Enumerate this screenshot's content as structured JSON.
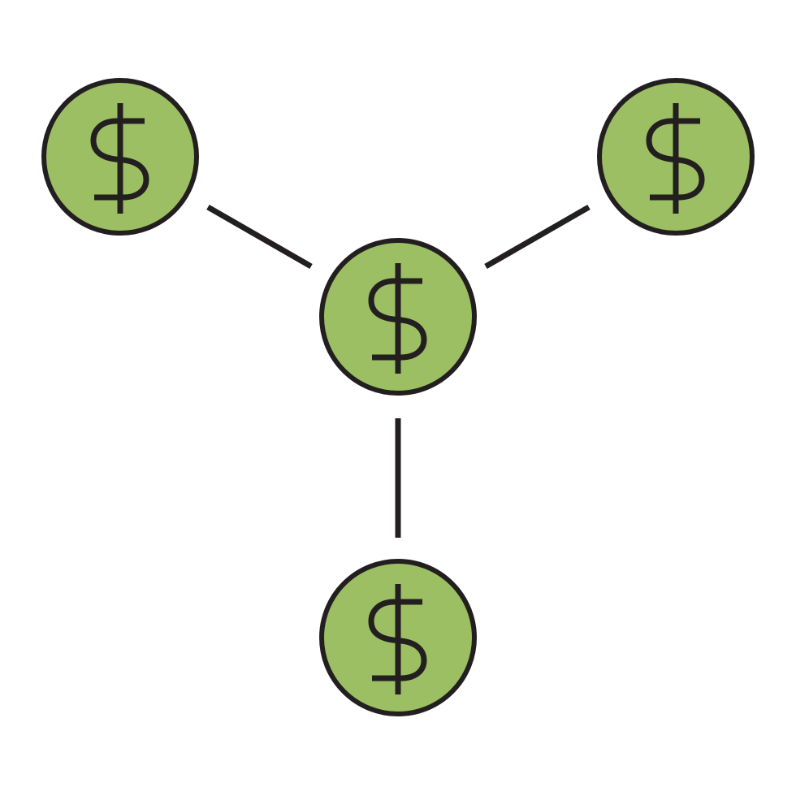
{
  "colors": {
    "coin_fill": "#9bbf62",
    "outline": "#231f20",
    "background": "#ffffff"
  },
  "icon": "dollar-coin-network-icon",
  "nodes": [
    {
      "id": "center",
      "icon": "dollar-coin-icon"
    },
    {
      "id": "top-left",
      "icon": "dollar-coin-icon"
    },
    {
      "id": "top-right",
      "icon": "dollar-coin-icon"
    },
    {
      "id": "bottom",
      "icon": "dollar-coin-icon"
    }
  ],
  "edges": [
    {
      "from": "center",
      "to": "top-left"
    },
    {
      "from": "center",
      "to": "top-right"
    },
    {
      "from": "center",
      "to": "bottom"
    }
  ]
}
